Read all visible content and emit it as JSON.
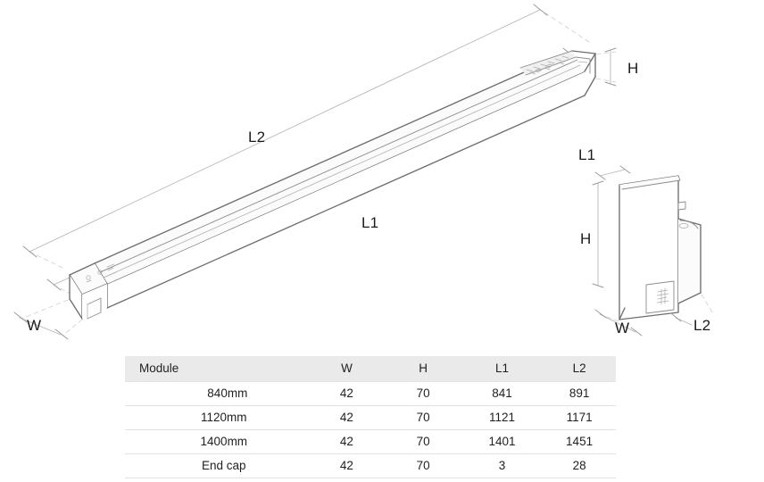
{
  "drawing": {
    "title": "Linear luminaire module dimensional drawing",
    "views": [
      {
        "name": "isometric-module-view",
        "labels": [
          {
            "id": "main-l2",
            "text": "L2"
          },
          {
            "id": "main-l1",
            "text": "L1"
          },
          {
            "id": "main-h",
            "text": "H"
          },
          {
            "id": "main-w",
            "text": "W"
          }
        ]
      },
      {
        "name": "end-cap-view",
        "labels": [
          {
            "id": "cap-l1",
            "text": "L1"
          },
          {
            "id": "cap-h",
            "text": "H"
          },
          {
            "id": "cap-w",
            "text": "W"
          },
          {
            "id": "cap-l2",
            "text": "L2"
          }
        ]
      }
    ],
    "line_color": "#6e6e6e",
    "thin_line_color": "#b9b9b9",
    "dash_line_color": "#c8c8c8"
  },
  "table": {
    "headers": [
      "Module",
      "W",
      "H",
      "L1",
      "L2"
    ],
    "rows": [
      {
        "module": "840mm",
        "w": "42",
        "h": "70",
        "l1": "841",
        "l2": "891"
      },
      {
        "module": "1120mm",
        "w": "42",
        "h": "70",
        "l1": "1121",
        "l2": "1171"
      },
      {
        "module": "1400mm",
        "w": "42",
        "h": "70",
        "l1": "1401",
        "l2": "1451"
      },
      {
        "module": "End cap",
        "w": "42",
        "h": "70",
        "l1": "3",
        "l2": "28"
      }
    ],
    "header_bg": "#eaeaea",
    "rule_color": "#e3e3e3"
  }
}
